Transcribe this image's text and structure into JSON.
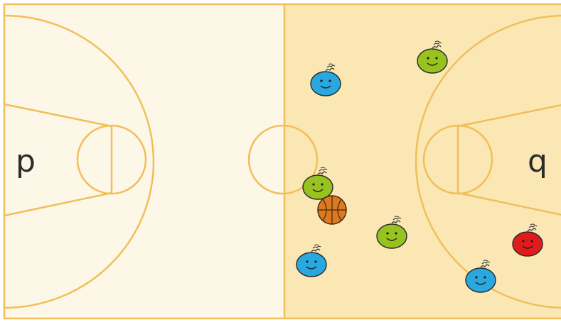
{
  "court": {
    "left_basket_letter": "p",
    "right_basket_letter": "q",
    "colors": {
      "left_half": "#fdf7e7",
      "right_half": "#fae7b4",
      "line": "#f0bf5a",
      "outer_bg": "#ffffff"
    }
  },
  "players": [
    {
      "team": "blue",
      "color": "#29a8e0"
    },
    {
      "team": "green",
      "color": "#98c21f"
    },
    {
      "team": "green",
      "color": "#98c21f"
    },
    {
      "team": "green",
      "color": "#98c21f"
    },
    {
      "team": "blue",
      "color": "#29a8e0"
    },
    {
      "team": "blue",
      "color": "#29a8e0"
    },
    {
      "team": "red",
      "color": "#e01b1b"
    }
  ],
  "ball": {
    "icon": "basketball-icon",
    "color": "#e0781e"
  }
}
